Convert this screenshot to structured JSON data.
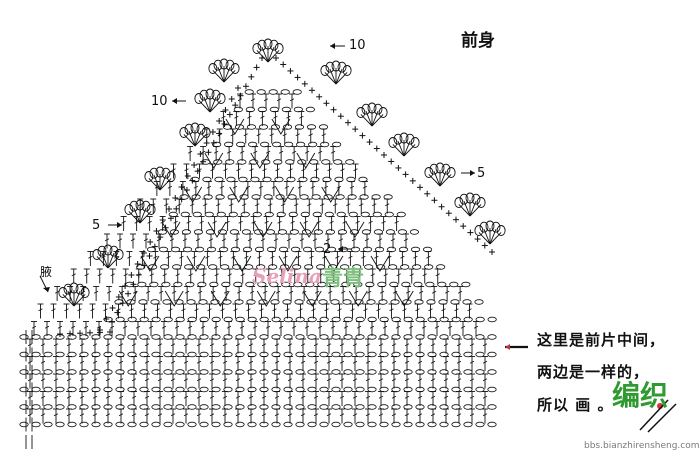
{
  "title_partial": "前身",
  "side_label": "腋",
  "row_markers": [
    "10",
    "10",
    "5",
    "5",
    "2"
  ],
  "note_lines": [
    "这里是前片中间，",
    "两边是一样的，",
    "所以 画 。"
  ],
  "watermark": {
    "script": "Selina",
    "cjk": "青青"
  },
  "logo": {
    "text": "编织",
    "url": "bbs.bianzhirensheng.com"
  },
  "colors": {
    "ink": "#111111",
    "arrow_red": "#b8383a",
    "watermark_pink": "#e8a0b8",
    "logo_green": "#2f9a2f",
    "logo_red": "#d8323a"
  }
}
